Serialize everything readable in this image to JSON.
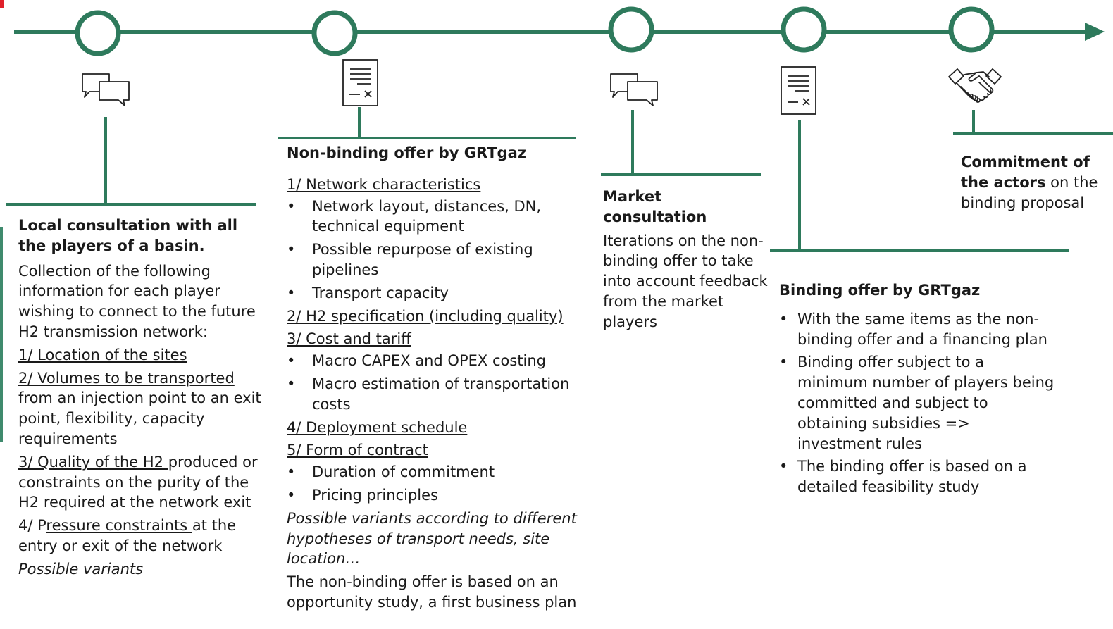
{
  "colors": {
    "line": "#2e7a5c",
    "accent": "#e0202a"
  },
  "milestones": [
    {
      "name": "local-consultation",
      "icon": "chat-bubbles-icon"
    },
    {
      "name": "non-binding-offer",
      "icon": "document-icon"
    },
    {
      "name": "market-consultation",
      "icon": "chat-bubbles-icon"
    },
    {
      "name": "binding-offer",
      "icon": "document-icon"
    },
    {
      "name": "commitment",
      "icon": "handshake-icon"
    }
  ],
  "local": {
    "title": "Local consultation with all the players of a basin.",
    "intro": "Collection of the following information for each player wishing to connect to the future H2 transmission network:",
    "item1": "1/ Location of the sites",
    "item2_u": "2/ Volumes to be transported",
    "item2_rest": " from an injection point to an exit point, flexibility, capacity requirements",
    "item3_u": "3/ Quality of the H2 ",
    "item3_rest": "produced or constraints on the purity of the H2 required at the network exit",
    "item4_a": "4/ P",
    "item4_u": "ressure constraints ",
    "item4_rest": "at the entry or exit of the network",
    "variants": "Possible variants"
  },
  "nonbinding": {
    "title": "Non-binding offer by GRTgaz",
    "h1": "1/ Network characteristics",
    "h1_items": [
      "Network layout, distances, DN, technical equipment",
      "Possible repurpose of existing pipelines",
      "Transport capacity"
    ],
    "h2": "2/ H2 specification (including quality)",
    "h3": "3/ Cost and tariff",
    "h3_items": [
      "Macro CAPEX and OPEX costing",
      "Macro estimation of transportation costs"
    ],
    "h4": "4/ Deployment schedule",
    "h5": "5/ Form of contract",
    "h5_items": [
      "Duration of commitment",
      "Pricing principles"
    ],
    "variants": "Possible variants according to different hypotheses of transport needs, site location…",
    "footer": "The non-binding offer is based on an opportunity study, a first business plan"
  },
  "market": {
    "title": "Market consultation",
    "body": "Iterations on the non-binding offer to take into account feedback from the market players"
  },
  "binding": {
    "title": "Binding offer by GRTgaz",
    "items": [
      "With the same items as the non-binding offer and a financing plan",
      "Binding offer subject to a minimum number of players being committed and subject to obtaining subsidies => investment rules",
      "The binding offer is based on a detailed feasibility study"
    ]
  },
  "commitment": {
    "title_bold": "Commitment of the actors",
    "title_rest": " on the binding proposal"
  }
}
